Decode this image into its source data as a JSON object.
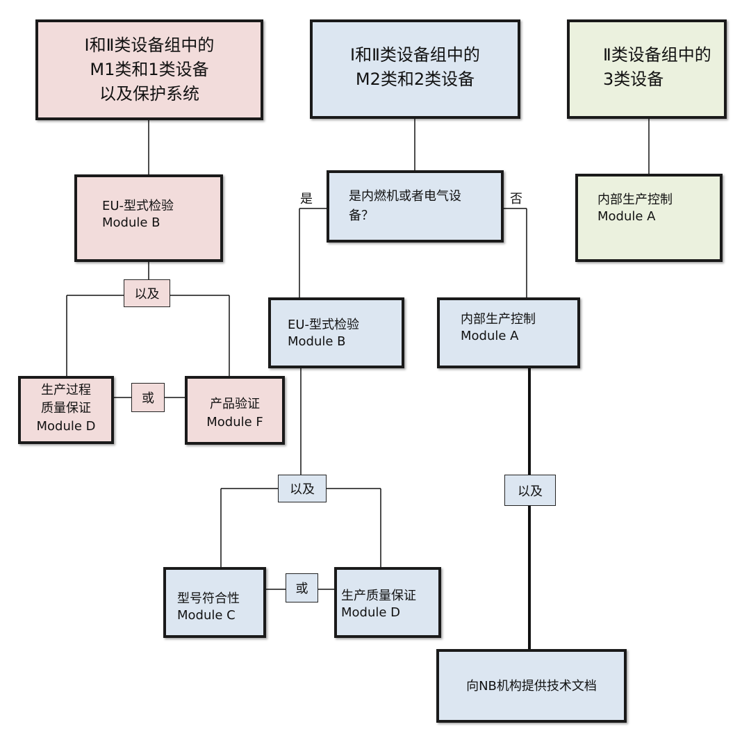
{
  "boxes": {
    "top_left": "Ⅰ和Ⅱ类设备组中的\nM1类和1类设备\n以及保护系统",
    "top_mid": "Ⅰ和Ⅱ类设备组中的\nM2类和2类设备",
    "top_right": "Ⅱ类设备组中的\n3类设备",
    "left_eu_exam": "EU-型式检验\nModule B",
    "decision": "是内燃机或者电气设\n备？",
    "right_internal": "内部生产控制\nModule A",
    "mid_eu_exam": "EU-型式检验\nModule B",
    "mid_internal": "内部生产控制\nModule A",
    "left_prod_qa": "生产过程\n质量保证\nModule D",
    "left_product_verif": "产品验证\nModule F",
    "type_conformity": "型号符合性\nModule C",
    "prod_qa": "生产质量保证\nModule D",
    "nb_docs": "向NB机构提供技术文档"
  },
  "connectors": {
    "and_left": "以及",
    "or_left": "或",
    "and_mid": "以及",
    "or_mid": "或",
    "and_right": "以及"
  },
  "branch_labels": {
    "yes": "是",
    "no": "否"
  },
  "colors": {
    "pink": "#f2dcdb",
    "blue": "#dce6f1",
    "green": "#ebf1de",
    "border": "#1a1a1a"
  }
}
